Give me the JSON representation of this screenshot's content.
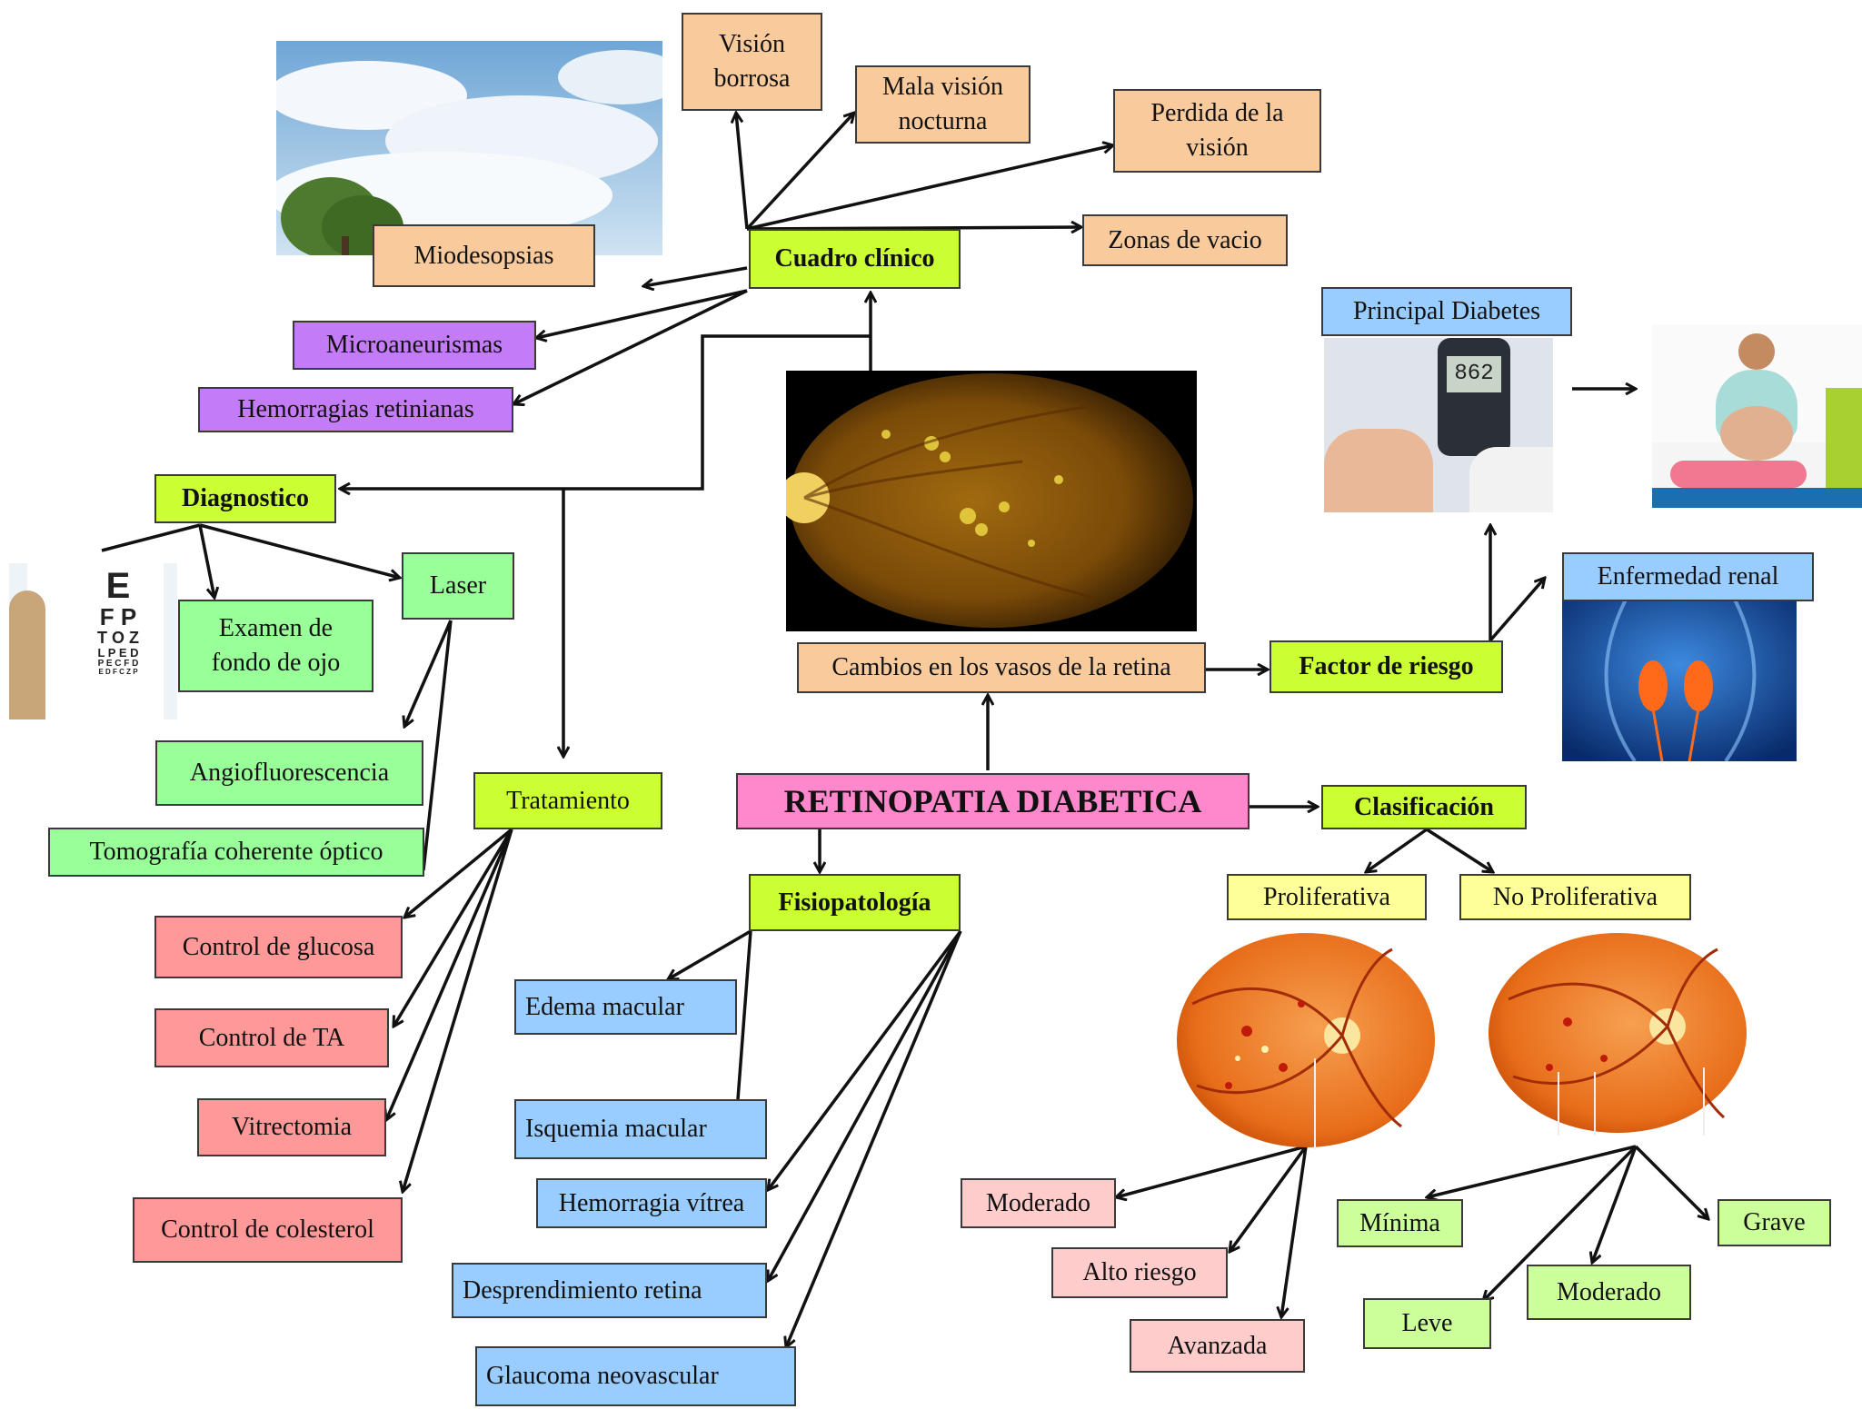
{
  "center": "RETINOPATIA DIABETICA",
  "cuadro_clinico": {
    "title": "Cuadro clínico",
    "items": [
      "Visión borrosa",
      "Mala visión nocturna",
      "Perdida de la visión",
      "Zonas de vacio",
      "Miodesopsias",
      "Microaneurismas",
      "Hemorragias retinianas"
    ]
  },
  "diagnostico": {
    "title": "Diagnostico",
    "items": [
      "Examen de fondo de ojo",
      "Laser",
      "Angiofluorescencia",
      "Tomografía coherente óptico"
    ]
  },
  "tratamiento": {
    "title": "Tratamiento",
    "items": [
      "Control de glucosa",
      "Control de TA",
      "Vitrectomia",
      "Control de colesterol"
    ]
  },
  "fisiopatologia": {
    "title": "Fisiopatología",
    "items": [
      "Edema macular",
      "Isquemia macular",
      "Hemorragia vítrea",
      "Desprendimiento retina",
      "Glaucoma neovascular"
    ]
  },
  "cambios": "Cambios en los vasos de la retina",
  "factor_riesgo": {
    "title": "Factor de riesgo",
    "items": [
      "Principal Diabetes",
      "Enfermedad renal"
    ]
  },
  "clasificacion": {
    "title": "Clasificación",
    "proliferativa": {
      "label": "Proliferativa",
      "items": [
        "Moderado",
        "Alto riesgo",
        "Avanzada"
      ]
    },
    "no_proliferativa": {
      "label": "No Proliferativa",
      "items": [
        "Mínima",
        "Leve",
        "Moderado",
        "Grave"
      ]
    }
  },
  "eye_chart_letters": [
    "E",
    "F P",
    "T O Z",
    "L P E D",
    "P E C F D",
    "E D F C Z P"
  ],
  "glucometer_reading": "862",
  "colors": {
    "peach": "#f9cb9c",
    "purple": "#c47cf6",
    "lime": "#ccff33",
    "green": "#99ff99",
    "red": "#ff9999",
    "blue": "#99ccff",
    "pink": "#ff88cc",
    "yellow": "#ffff99",
    "light_pink": "#ffcccc",
    "light_green": "#ccff99"
  }
}
